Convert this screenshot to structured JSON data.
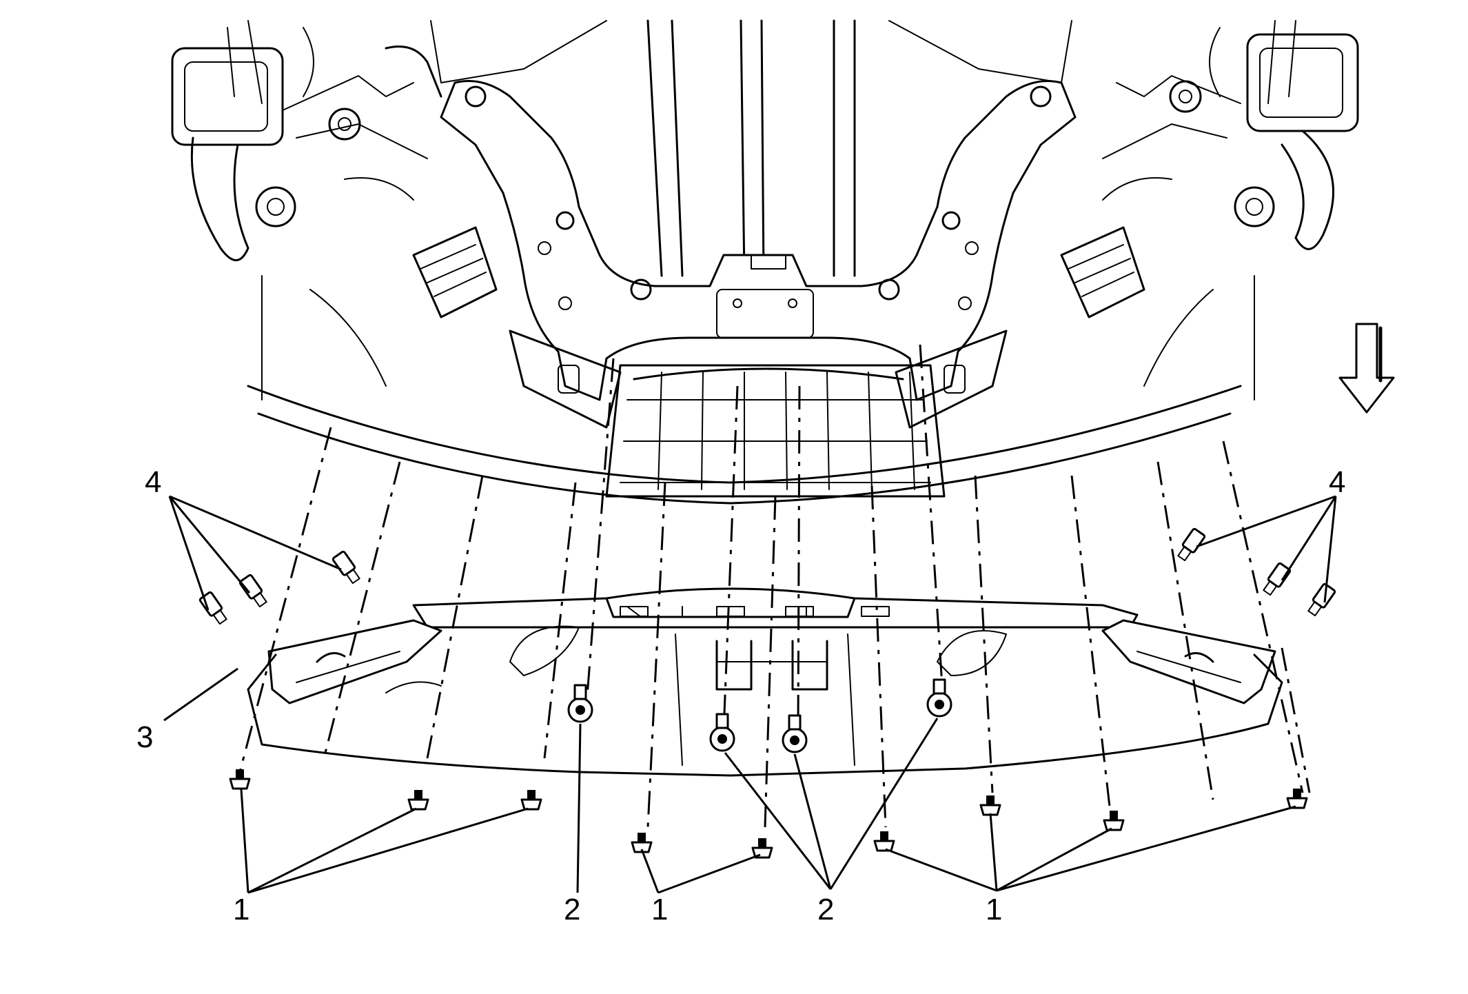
{
  "callouts": {
    "c4_left": "4",
    "c4_right": "4",
    "c3": "3",
    "c1_left": "1",
    "c2_left": "2",
    "c1_mid": "1",
    "c2_mid": "2",
    "c1_right": "1"
  },
  "icons": {
    "direction": "arrow-down-icon"
  }
}
